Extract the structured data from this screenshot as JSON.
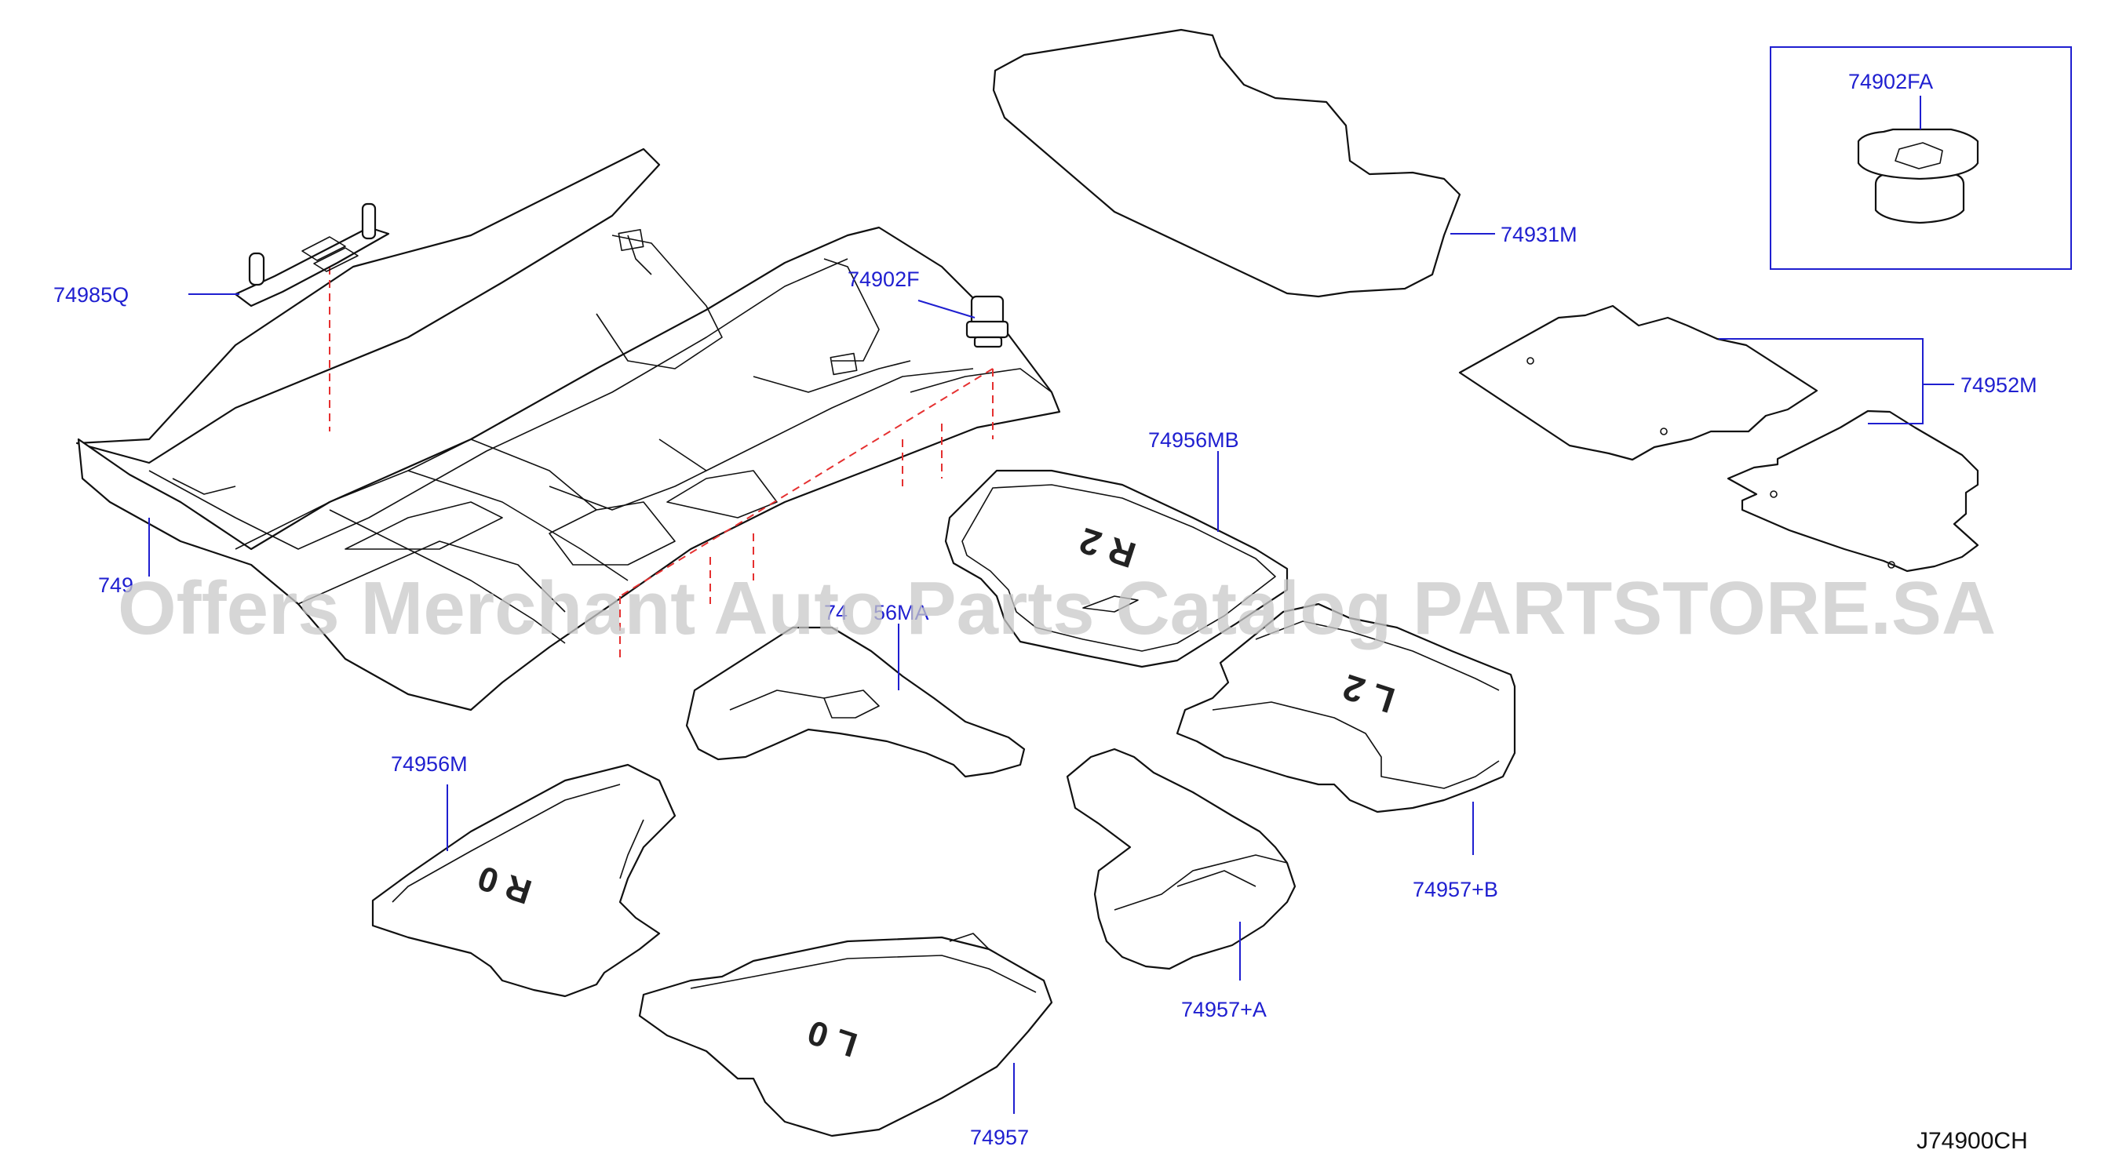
{
  "parts": {
    "p74985Q": "74985Q",
    "p74900": "749",
    "p74902F": "74902F",
    "p74931M": "74931M",
    "p74902FA": "74902FA",
    "p74952M": "74952M",
    "p74956MB": "74956MB",
    "p74956MA_a": "74",
    "p74956MA_b": "56MA",
    "p74956M": "74956M",
    "p74957B": "74957+B",
    "p74957A": "74957+A",
    "p74957": "74957"
  },
  "mat_marks": {
    "rear_right": "R 2",
    "rear_left": "L 2",
    "front_right": "R 0",
    "front_left": "L 0"
  },
  "watermark": "Offers Merchant Auto Parts Catalog PARTSTORE.SA",
  "diagram_code": "J74900CH",
  "colors": {
    "label": "#1f1fd0",
    "guide_line": "#e53030",
    "line": "#111111"
  }
}
